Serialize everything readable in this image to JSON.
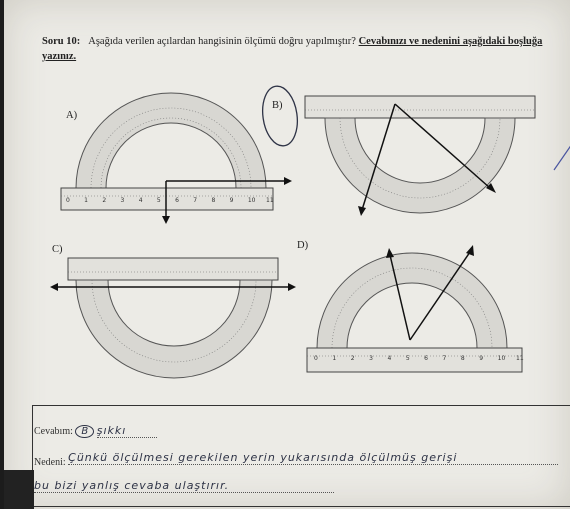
{
  "question": {
    "number": "Soru 10:",
    "text": "Aşağıda verilen açılardan hangisinin ölçümü doğru yapılmıştır?",
    "instruction": "Cevabınızı ve nedenini aşağıdaki boşluğa yazınız."
  },
  "options": [
    {
      "label": "A)"
    },
    {
      "label": "B)"
    },
    {
      "label": "C)"
    },
    {
      "label": "D)"
    }
  ],
  "ruler_numbers": [
    "0",
    "1",
    "2",
    "3",
    "4",
    "5",
    "6",
    "7",
    "8",
    "9",
    "10",
    "11"
  ],
  "answer": {
    "cevabim_label": "Cevabım:",
    "cevabim_value": "B",
    "cevabim_suffix": "şıkkı",
    "neden_label": "Nedeni:",
    "neden_line1": "Çünkü ölçülmesi gerekilen yerin yukarısında ölçülmüş gerişi",
    "neden_line2": "bu bizi yanlış cevaba ulaştırır."
  },
  "colors": {
    "paper": "#ecebe6",
    "ink": "#2e3346",
    "print": "#222222"
  }
}
